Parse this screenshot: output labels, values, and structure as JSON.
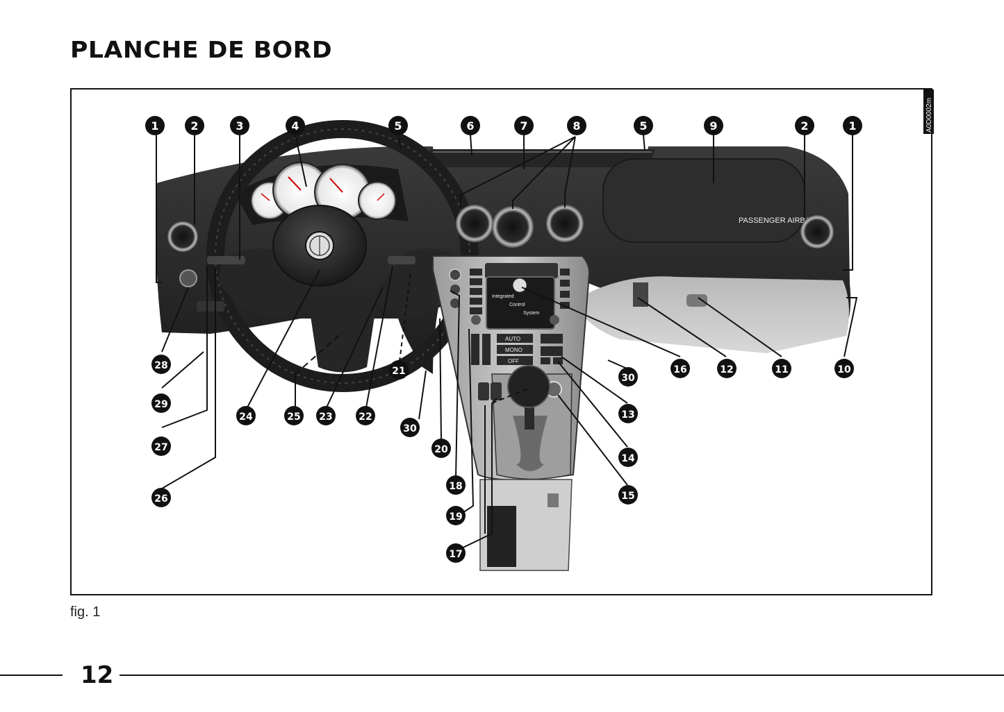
{
  "page": {
    "title": "PLANCHE DE BORD",
    "figure_caption": "fig. 1",
    "page_number": "12",
    "figure_code": "A0D0002m"
  },
  "illustration": {
    "screen_lines": [
      "Integrated",
      "Control",
      "System"
    ],
    "airbag_text": "PASSENGER AIRBAG",
    "climate_buttons": [
      "AUTO",
      "MONO",
      "OFF"
    ]
  },
  "callouts": [
    "1",
    "2",
    "3",
    "4",
    "5",
    "6",
    "7",
    "8",
    "5",
    "9",
    "2",
    "1",
    "10",
    "11",
    "12",
    "16",
    "30",
    "13",
    "14",
    "15",
    "28",
    "29",
    "27",
    "26",
    "24",
    "25",
    "23",
    "22",
    "21",
    "30",
    "20",
    "18",
    "19",
    "17"
  ]
}
